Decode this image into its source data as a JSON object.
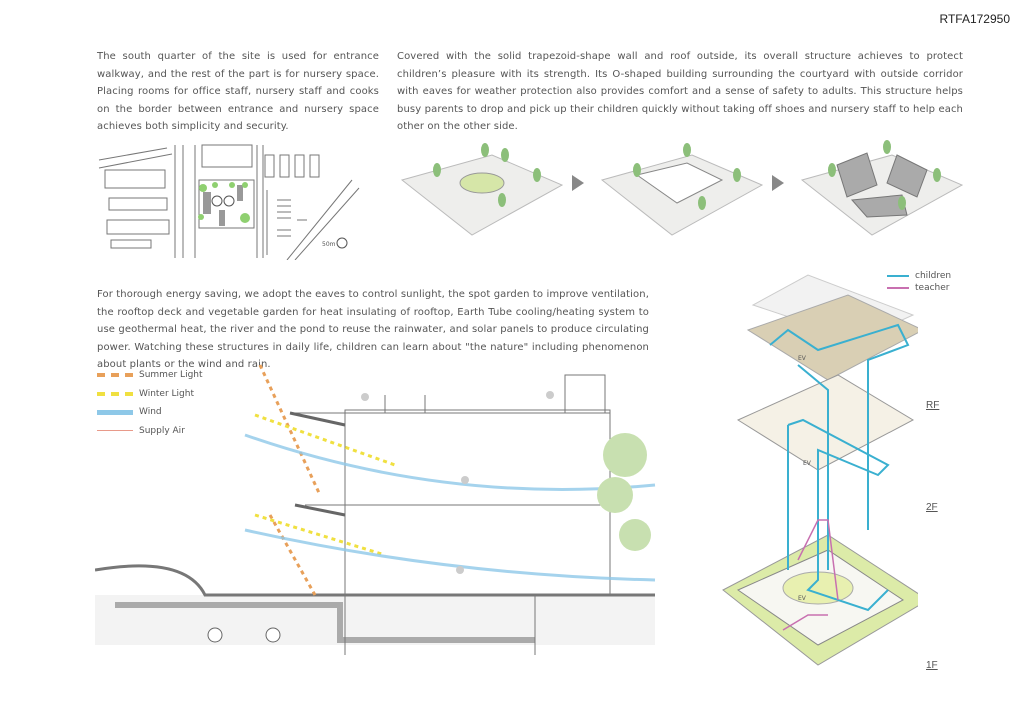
{
  "project_code": "RTFA172950",
  "text_site": "The south quarter of the site is used for entrance walkway, and the rest of the part is for nursery space. Placing rooms for office staff, nursery staff and cooks on the border between entrance and nursery space achieves both simplicity and security.",
  "text_structure": "Covered with the solid trapezoid-shape wall and roof outside, its overall structure achieves to protect children’s pleasure with its strength. Its O-shaped building surrounding the courtyard with outside corridor with eaves for weather protection also provides comfort and a sense of safety to adults. This structure helps busy parents to drop and pick up their children quickly without taking off shoes and nursery staff to help each other on the other side.",
  "text_energy": "For thorough energy saving, we adopt the eaves to control sunlight, the spot garden to improve ventilation, the rooftop deck and vegetable garden for heat insulating of rooftop, Earth Tube cooling/heating system to use geothermal heat, the river and the pond to reuse the rainwater, and solar panels to produce circulating power. Watching these structures in daily life, children can learn about \"the nature\" including phenomenon about plants or the wind and rain.",
  "site_map": {
    "scale_label": "50m"
  },
  "section_legend": [
    {
      "label": "Summer Light",
      "color": "#e8a05a"
    },
    {
      "label": "Winter Light",
      "color": "#f0e040"
    },
    {
      "label": "Wind",
      "color": "#8ec8e8"
    },
    {
      "label": "Supply Air",
      "color": "#e89a8a"
    }
  ],
  "circulation_legend": [
    {
      "label": "children",
      "color": "#3ab0d0"
    },
    {
      "label": "teacher",
      "color": "#c870b0"
    }
  ],
  "floors": {
    "rf": "RF",
    "f2": "2F",
    "f1": "1F",
    "ev": "EV"
  }
}
